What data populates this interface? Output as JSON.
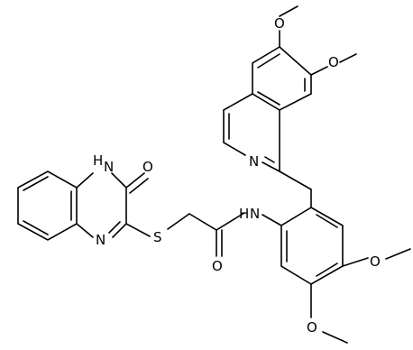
{
  "structure": {
    "atom_labels": {
      "o_top_ome1": "O",
      "o_top_ome2": "O",
      "n_isoquinoline": "N",
      "nh_quinoxaline": "H",
      "n_quinoxaline_h": "N",
      "o_quinoxaline": "O",
      "n_quinoxaline": "N",
      "s_thioether": "S",
      "nh_amide_n": "N",
      "nh_amide_h": "H",
      "o_amide": "O",
      "o_ring_ome1": "O",
      "o_ring_ome2": "O"
    }
  },
  "colors": {
    "bond": "#000000",
    "text": "#000000",
    "background": "#ffffff"
  }
}
